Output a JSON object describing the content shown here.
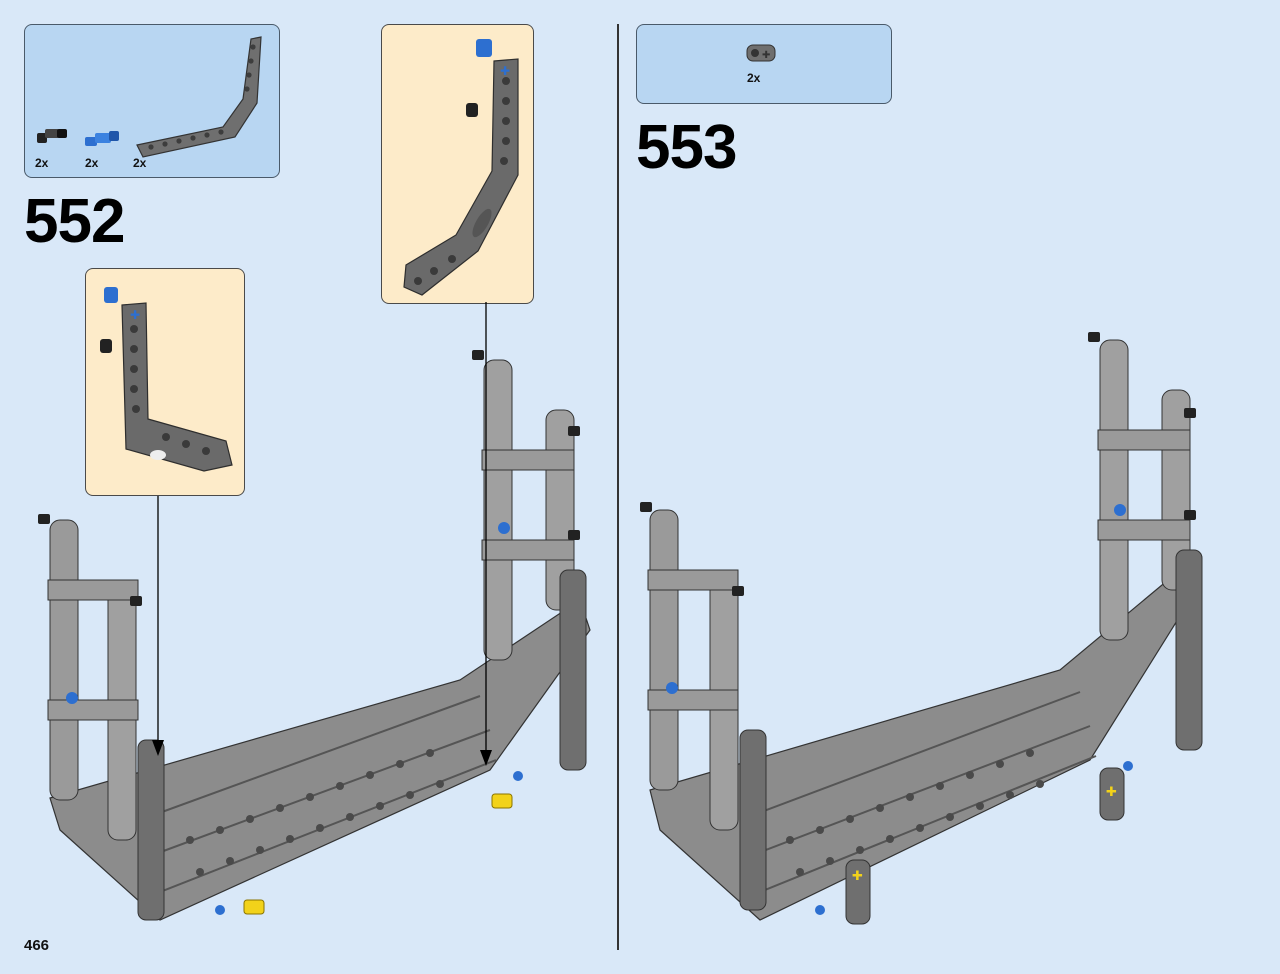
{
  "page": {
    "number": "466"
  },
  "steps": [
    {
      "number": "552",
      "parts": [
        {
          "qty": "2x",
          "part": "black-friction-pin-icon"
        },
        {
          "qty": "2x",
          "part": "blue-axle-pin-icon"
        },
        {
          "qty": "2x",
          "part": "bent-beam-icon"
        }
      ]
    },
    {
      "number": "553",
      "parts": [
        {
          "qty": "2x",
          "part": "cross-connector-icon"
        }
      ]
    }
  ],
  "colors": {
    "background": "#d9e8f8",
    "parts_box": "#b8d6f2",
    "callout": "#fdebc9",
    "beam_gray": "#6f6f6f",
    "light_gray": "#a8a8a8",
    "pin_blue": "#2d6fd0",
    "axle_yellow": "#f2d21a"
  }
}
